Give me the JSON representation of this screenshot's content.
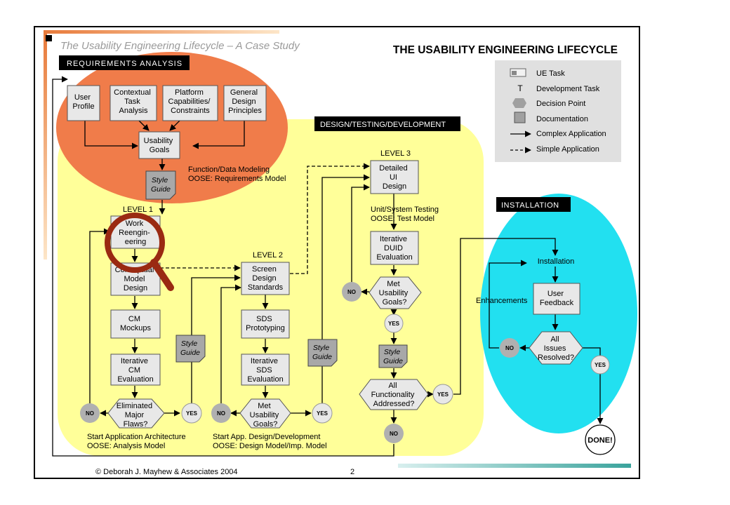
{
  "slide": {
    "subtitle": "The Usability Engineering Lifecycle – A Case Study",
    "title": "THE USABILITY ENGINEERING LIFECYCLE",
    "copyright": "© Deborah J. Mayhew & Associates 2004",
    "page_number": "2"
  },
  "regions": {
    "requirements": "REQUIREMENTS ANALYSIS",
    "design": "DESIGN/TESTING/DEVELOPMENT",
    "installation": "INSTALLATION"
  },
  "legend": [
    {
      "icon": "ue-task-icon",
      "label": "UE Task"
    },
    {
      "icon": "development-task-icon",
      "glyph": "T",
      "label": "Development Task"
    },
    {
      "icon": "decision-point-icon",
      "label": "Decision Point"
    },
    {
      "icon": "documentation-icon",
      "label": "Documentation"
    },
    {
      "icon": "solid-arrow-icon",
      "label": "Complex Application"
    },
    {
      "icon": "dashed-arrow-icon",
      "label": "Simple Application"
    }
  ],
  "requirements": {
    "user_profile": [
      "User",
      "Profile"
    ],
    "contextual_task_analysis": [
      "Contextual",
      "Task",
      "Analysis"
    ],
    "platform_capabilities": [
      "Platform",
      "Capabilities/",
      "Constraints"
    ],
    "general_design_principles": [
      "General",
      "Design",
      "Principles"
    ],
    "usability_goals": [
      "Usability",
      "Goals"
    ],
    "style_guide": [
      "Style",
      "Guide"
    ],
    "dev_note": [
      "Function/Data Modeling",
      "OOSE: Requirements Model"
    ]
  },
  "level1": {
    "label": "LEVEL 1",
    "work_reengineering": [
      "Work",
      "Reengin-",
      "eering"
    ],
    "conceptual_model_design": [
      "Conceptual",
      "Model",
      "Design"
    ],
    "cm_mockups": [
      "CM",
      "Mockups"
    ],
    "iterative_cm_evaluation": [
      "Iterative",
      "CM",
      "Evaluation"
    ],
    "decision": [
      "Eliminated",
      "Major",
      "Flaws?"
    ],
    "no": "NO",
    "yes": "YES",
    "style_guide": [
      "Style",
      "Guide"
    ],
    "dev_note": [
      "Start  Application Architecture",
      "OOSE: Analysis Model"
    ]
  },
  "level2": {
    "label": "LEVEL 2",
    "screen_design_standards": [
      "Screen",
      "Design",
      "Standards"
    ],
    "sds_prototyping": [
      "SDS",
      "Prototyping"
    ],
    "iterative_sds_evaluation": [
      "Iterative",
      "SDS",
      "Evaluation"
    ],
    "decision": [
      "Met",
      "Usability",
      "Goals?"
    ],
    "no": "NO",
    "yes": "YES",
    "style_guide": [
      "Style",
      "Guide"
    ],
    "dev_note": [
      "Start  App. Design/Development",
      "OOSE: Design Model/Imp. Model"
    ]
  },
  "level3": {
    "label": "LEVEL 3",
    "detailed_ui_design": [
      "Detailed",
      "UI",
      "Design"
    ],
    "dev_note": [
      "Unit/System Testing",
      "OOSE: Test Model"
    ],
    "iterative_duid_evaluation": [
      "Iterative",
      "DUID",
      "Evaluation"
    ],
    "decision": [
      "Met",
      "Usability",
      "Goals?"
    ],
    "no": "NO",
    "yes": "YES",
    "style_guide": [
      "Style",
      "Guide"
    ],
    "functionality_decision": [
      "All",
      "Functionality",
      "Addressed?"
    ],
    "func_yes": "YES",
    "func_no": "NO"
  },
  "installation": {
    "installation": "Installation",
    "enhancements": "Enhancements",
    "user_feedback": [
      "User",
      "Feedback"
    ],
    "decision": [
      "All",
      "Issues",
      "Resolved?"
    ],
    "no": "NO",
    "yes": "YES",
    "done": "DONE!"
  },
  "colors": {
    "requirements_fill": "#f07c4a",
    "design_fill": "#ffff99",
    "installation_fill": "#22e0f0",
    "box_fill": "#e8e8e8",
    "doc_fill": "#a8a8a8",
    "node_fill": "#b0b0b0",
    "magnifier": "#9a2a12"
  }
}
